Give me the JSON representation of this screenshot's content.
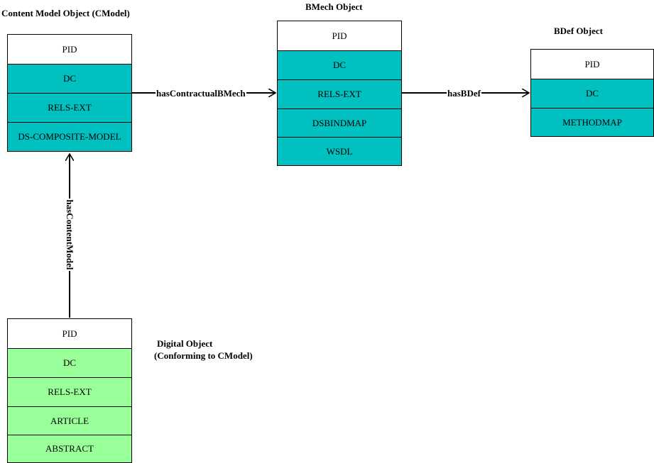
{
  "cmodel": {
    "title": "Content Model Object (CModel)",
    "rows": [
      "PID",
      "DC",
      "RELS-EXT",
      "DS-COMPOSITE-MODEL"
    ]
  },
  "bmech": {
    "title": "BMech Object",
    "rows": [
      "PID",
      "DC",
      "RELS-EXT",
      "DSBINDMAP",
      "WSDL"
    ]
  },
  "bdef": {
    "title": "BDef Object",
    "rows": [
      "PID",
      "DC",
      "METHODMAP"
    ]
  },
  "digital": {
    "title_line1": "Digital Object",
    "title_line2": "(Conforming to CModel)",
    "rows": [
      "PID",
      "DC",
      "RELS-EXT",
      "ARTICLE",
      "ABSTRACT"
    ]
  },
  "edges": {
    "has_contractual_bmech": "hasContractualBMech",
    "has_bdef": "hasBDef",
    "has_content_model": "hasContentModel"
  },
  "colors": {
    "teal": "#00c0c0",
    "green": "#99ff99",
    "white": "#ffffff",
    "line": "#000000"
  }
}
